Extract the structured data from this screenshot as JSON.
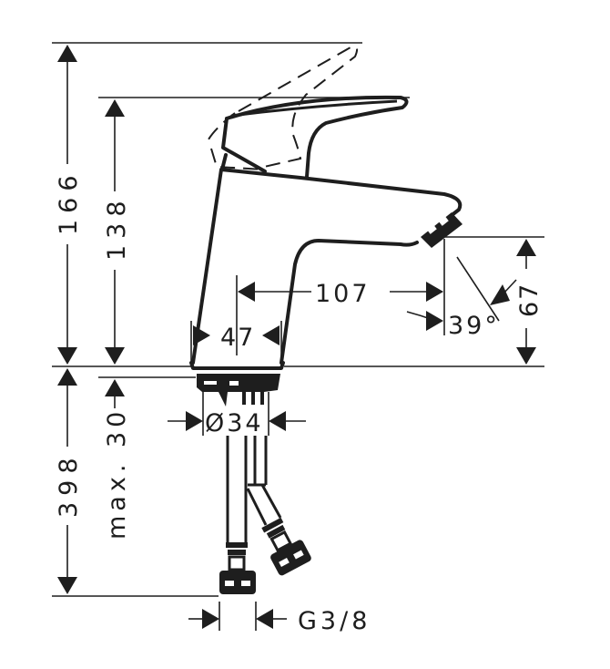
{
  "drawing": {
    "title": "Basin mixer tap technical dimension drawing",
    "units": "mm",
    "line_color": "#1e1e1e",
    "background": "#ffffff"
  },
  "dimensions": {
    "overall_height_lever_open": "166",
    "overall_height": "138",
    "spout_projection": "107",
    "spout_outlet_height": "67",
    "spout_angle": "39°",
    "body_width": "47",
    "mounting_hole_diameter": "Ø34",
    "hose_length": "398",
    "max_countertop_thickness": "max. 30",
    "connection_thread": "G3/8"
  }
}
